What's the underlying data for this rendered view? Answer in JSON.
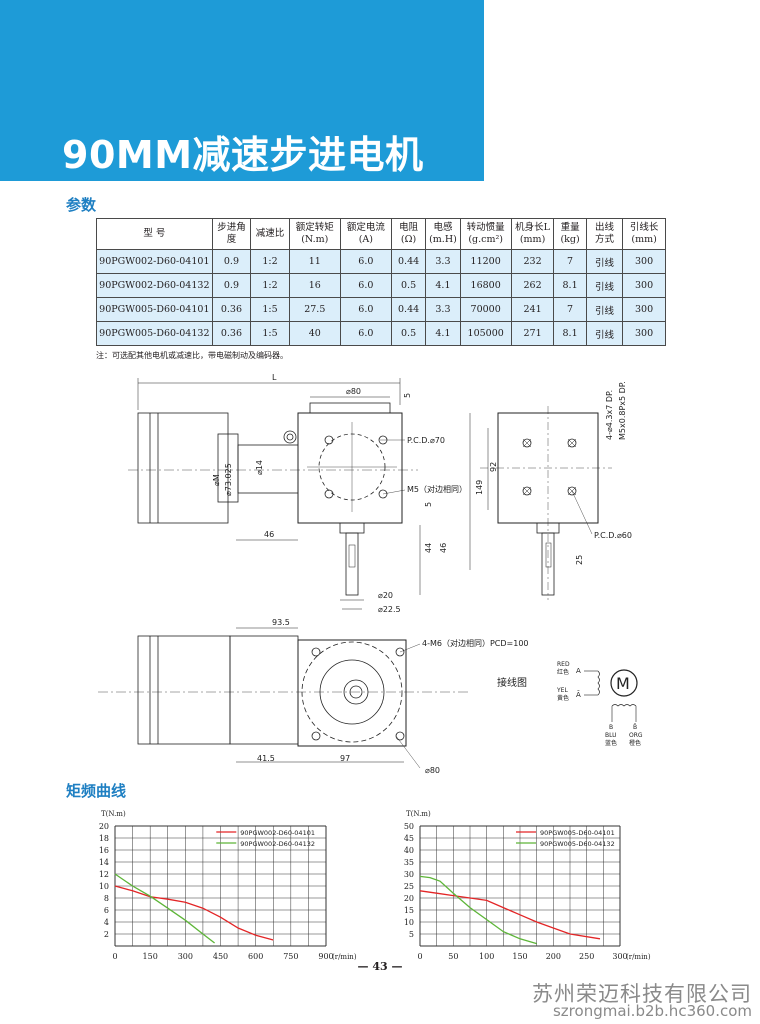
{
  "header": {
    "title": "90MM减速步进电机"
  },
  "sections": {
    "params": "参数",
    "curves": "矩频曲线"
  },
  "table": {
    "headers": [
      "型    号",
      "步进角\n度",
      "减速比",
      "额定转矩\n(N.m)",
      "额定电流\n(A)",
      "电阻\n(Ω)",
      "电感\n(m.H)",
      "转动惯量\n(g.cm²)",
      "机身长L\n(mm)",
      "重量\n(kg)",
      "出线\n方式",
      "引线长\n(mm)"
    ],
    "rows": [
      [
        "90PGW002-D60-04101",
        "0.9",
        "1:2",
        "11",
        "6.0",
        "0.44",
        "3.3",
        "11200",
        "232",
        "7",
        "引线",
        "300"
      ],
      [
        "90PGW002-D60-04132",
        "0.9",
        "1:2",
        "16",
        "6.0",
        "0.5",
        "4.1",
        "16800",
        "262",
        "8.1",
        "引线",
        "300"
      ],
      [
        "90PGW005-D60-04101",
        "0.36",
        "1:5",
        "27.5",
        "6.0",
        "0.44",
        "3.3",
        "70000",
        "241",
        "7",
        "引线",
        "300"
      ],
      [
        "90PGW005-D60-04132",
        "0.36",
        "1:5",
        "40",
        "6.0",
        "0.5",
        "4.1",
        "105000",
        "271",
        "8.1",
        "引线",
        "300"
      ]
    ]
  },
  "note": "注：可选配其他电机或减速比，带电磁制动及编码器。",
  "drawing": {
    "labels": {
      "L": "L",
      "d80_top": "⌀80",
      "five_top": "5",
      "pcd70": "P.C.D.⌀70",
      "m5": "M5（对边相同）",
      "five_mid": "5",
      "phi_left": "⌀M",
      "d73": "⌀73.025",
      "d14": "⌀14",
      "d46": "46",
      "d44": "44",
      "d46v": "46",
      "d20": "⌀20",
      "d22": "⌀22.5",
      "d149": "149",
      "d92": "92",
      "holes": "4-⌀4.3x7 DP.",
      "m5x": "M5x0.8Px5 DP.",
      "pcd60": "P.C.D.⌀60",
      "d25": "25",
      "d935": "93.5",
      "m6": "4-M6（对边相同）PCD=100",
      "d415": "41.5",
      "d97": "97",
      "d80b": "⌀80"
    },
    "wiring": {
      "title": "接线图",
      "red": "RED",
      "red_cn": "红色",
      "a": "A",
      "yel": "YEL",
      "yel_cn": "黄色",
      "abar": "Ā",
      "m": "M",
      "b": "B",
      "bbar": "B̄",
      "blu": "BLU",
      "blu_cn": "蓝色",
      "org": "ORG",
      "org_cn": "橙色"
    }
  },
  "chart_data": [
    {
      "type": "line",
      "ylabel": "T(N.m)",
      "xlabel": "(r/min)",
      "x_ticks": [
        0,
        150,
        300,
        450,
        600,
        750,
        900
      ],
      "y_ticks": [
        2,
        4,
        6,
        8,
        10,
        12,
        14,
        16,
        18,
        20
      ],
      "xlim": [
        0,
        900
      ],
      "ylim": [
        0,
        20
      ],
      "series": [
        {
          "name": "90PGW002-D60-04101",
          "color": "#e32526",
          "x": [
            0,
            75,
            150,
            225,
            300,
            375,
            450,
            525,
            600,
            675
          ],
          "y": [
            10,
            9.2,
            8.2,
            7.8,
            7.3,
            6.3,
            4.8,
            3.0,
            1.8,
            1.0
          ]
        },
        {
          "name": "90PGW002-D60-04132",
          "color": "#5db538",
          "x": [
            0,
            75,
            150,
            225,
            300,
            375,
            425
          ],
          "y": [
            12,
            10,
            8.3,
            6.3,
            4.3,
            2.0,
            0.5
          ]
        }
      ]
    },
    {
      "type": "line",
      "ylabel": "T(N.m)",
      "xlabel": "(r/min)",
      "x_ticks": [
        0,
        50,
        100,
        150,
        200,
        250,
        300
      ],
      "y_ticks": [
        5,
        10,
        15,
        20,
        25,
        30,
        35,
        40,
        45,
        50
      ],
      "xlim": [
        0,
        300
      ],
      "ylim": [
        0,
        50
      ],
      "series": [
        {
          "name": "90PGW005-D60-04101",
          "color": "#e32526",
          "x": [
            0,
            25,
            50,
            75,
            100,
            125,
            150,
            175,
            200,
            225,
            270
          ],
          "y": [
            23,
            22,
            21,
            20,
            19,
            16,
            13,
            10,
            7.5,
            5,
            3
          ]
        },
        {
          "name": "90PGW005-D60-04132",
          "color": "#5db538",
          "x": [
            0,
            15,
            30,
            50,
            75,
            100,
            125,
            150,
            175
          ],
          "y": [
            29,
            28.5,
            27,
            22,
            16,
            11,
            6,
            3,
            1
          ]
        }
      ]
    }
  ],
  "page": {
    "number": "— 43 —"
  },
  "watermark": {
    "company": "苏州荣迈科技有限公司",
    "url": "szrongmai.b2b.hc360.com"
  }
}
